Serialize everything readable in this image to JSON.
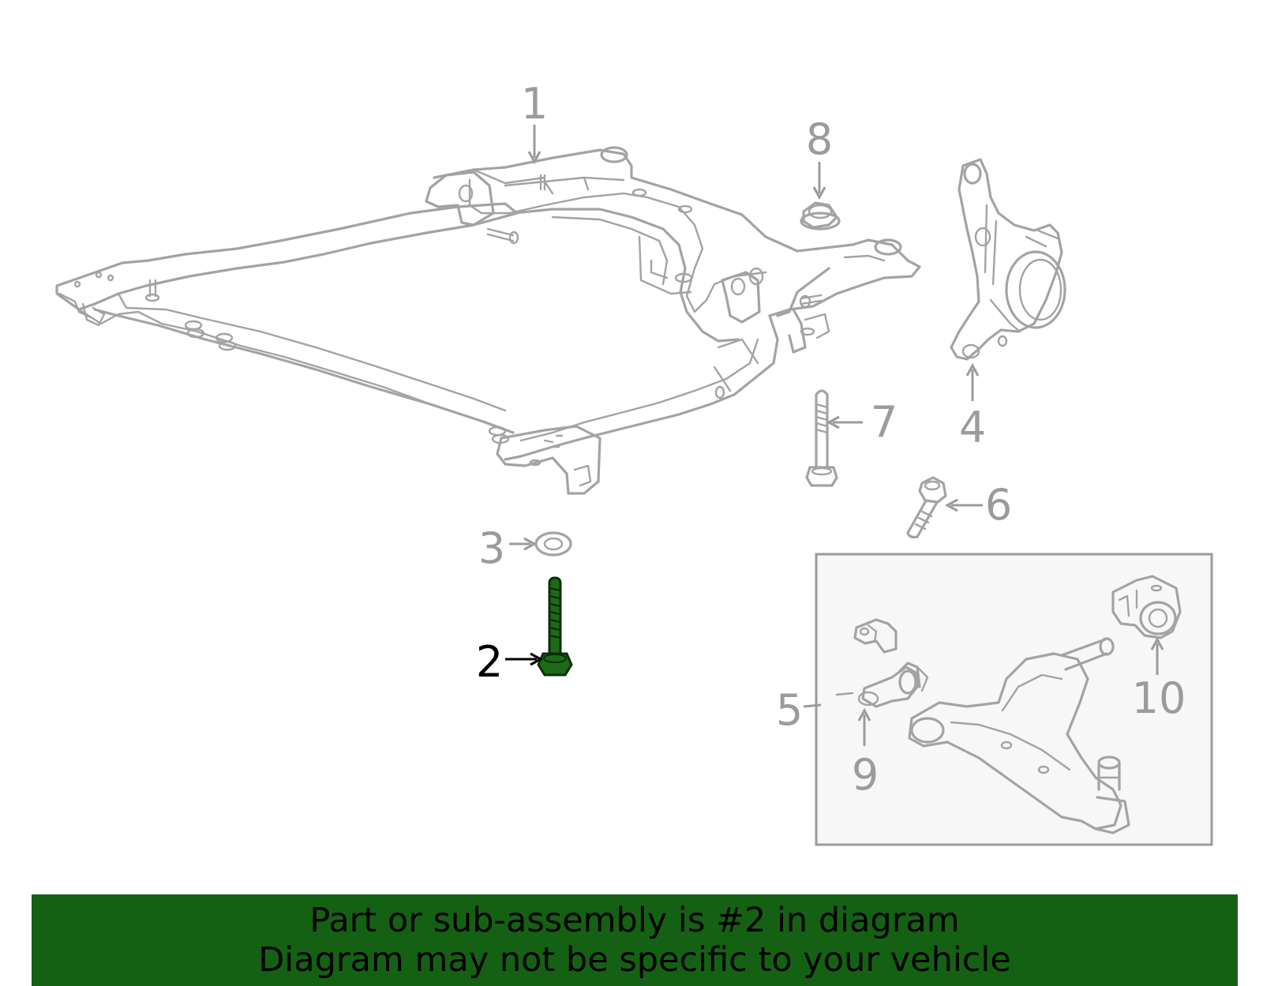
{
  "diagram": {
    "callouts": [
      "1",
      "2",
      "3",
      "4",
      "5",
      "6",
      "7",
      "8",
      "9",
      "10"
    ],
    "highlighted_part": "2",
    "colors": {
      "parts": "#a3a3a3",
      "labels": "#9b9b9b",
      "highlight": "#1d6b18",
      "banner": "#156113",
      "inset_fill": "#f7f7f7"
    }
  },
  "banner": {
    "line1": "Part or sub-assembly is #2 in diagram",
    "line2": "Diagram may not be specific to your vehicle"
  }
}
